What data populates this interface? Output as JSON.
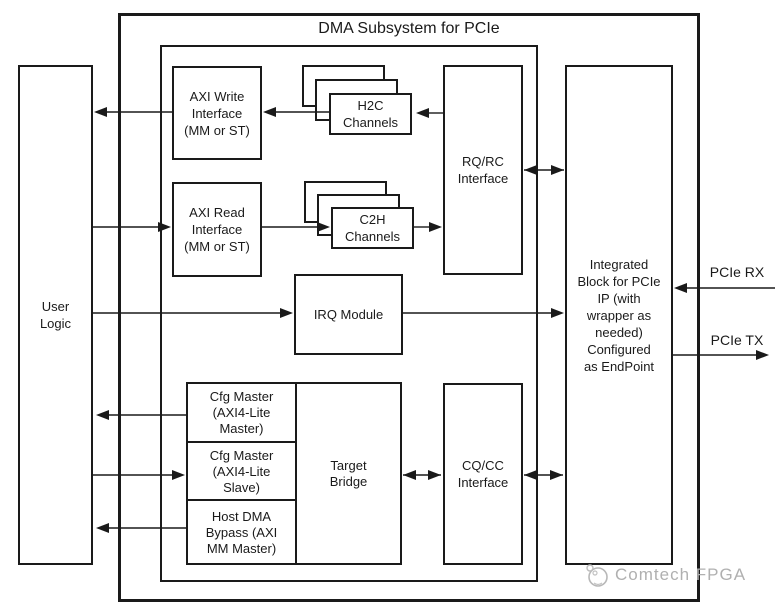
{
  "diagram": {
    "title": "DMA Subsystem for PCIe",
    "blocks": {
      "user_logic": "User\nLogic",
      "axi_write": "AXI Write\nInterface\n(MM or ST)",
      "axi_read": "AXI Read\nInterface\n(MM or ST)",
      "h2c_channels": "H2C\nChannels",
      "c2h_channels": "C2H\nChannels",
      "rq_rc_interface": "RQ/RC\nInterface",
      "irq_module": "IRQ Module",
      "cfg_master_master": "Cfg Master\n(AXI4-Lite\nMaster)",
      "cfg_master_slave": "Cfg Master\n(AXI4-Lite\nSlave)",
      "host_dma_bypass": "Host DMA\nBypass (AXI\nMM Master)",
      "target_bridge": "Target\nBridge",
      "cq_cc_interface": "CQ/CC\nInterface",
      "integrated_block": "Integrated\nBlock for PCIe\nIP (with\nwrapper as\nneeded)\nConfigured\nas EndPoint"
    },
    "ports": {
      "pcie_rx": "PCIe RX",
      "pcie_tx": "PCIe TX"
    },
    "watermark": {
      "text": "Comtech FPGA",
      "icon": "comtech-logo-icon"
    },
    "colors": {
      "line": "#1a1a1a",
      "background": "#ffffff",
      "watermark_gray": "#b0b0b0"
    }
  }
}
